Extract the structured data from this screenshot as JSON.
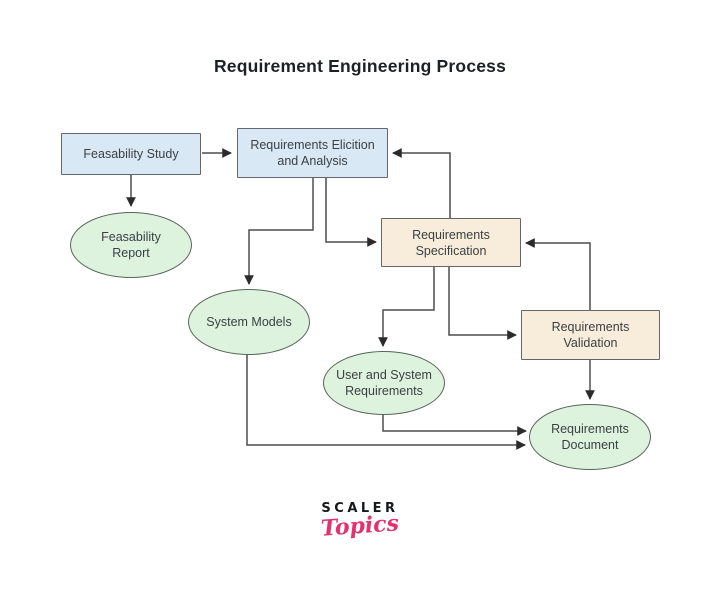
{
  "title": "Requirement Engineering Process",
  "nodes": {
    "feasability_study": {
      "shape": "process-box",
      "lines": [
        "Feasability Study"
      ]
    },
    "requirements_elicitation": {
      "shape": "process-box",
      "lines": [
        "Requirements Elicition",
        "and Analysis"
      ]
    },
    "feasability_report": {
      "shape": "artifact-ellipse",
      "lines": [
        "Feasability",
        "Report"
      ]
    },
    "requirements_specification": {
      "shape": "stage-box",
      "lines": [
        "Requirements",
        "Specification"
      ]
    },
    "system_models": {
      "shape": "artifact-ellipse",
      "lines": [
        "System Models"
      ]
    },
    "user_system_requirements": {
      "shape": "artifact-ellipse",
      "lines": [
        "User and System",
        "Requirements"
      ]
    },
    "requirements_validation": {
      "shape": "stage-box",
      "lines": [
        "Requirements",
        "Validation"
      ]
    },
    "requirements_document": {
      "shape": "artifact-ellipse",
      "lines": [
        "Requirements",
        "Document"
      ]
    }
  },
  "edges": [
    {
      "from": "feasability_study",
      "to": "requirements_elicitation"
    },
    {
      "from": "feasability_study",
      "to": "feasability_report"
    },
    {
      "from": "requirements_elicitation",
      "to": "system_models"
    },
    {
      "from": "requirements_elicitation",
      "to": "requirements_specification"
    },
    {
      "from": "requirements_specification",
      "to": "requirements_elicitation"
    },
    {
      "from": "requirements_specification",
      "to": "user_system_requirements"
    },
    {
      "from": "requirements_specification",
      "to": "requirements_validation"
    },
    {
      "from": "requirements_validation",
      "to": "requirements_specification"
    },
    {
      "from": "requirements_validation",
      "to": "requirements_document"
    },
    {
      "from": "system_models",
      "to": "requirements_document"
    },
    {
      "from": "user_system_requirements",
      "to": "requirements_document"
    }
  ],
  "logo": {
    "primary": "SCALER",
    "secondary": "Topics"
  },
  "colors": {
    "process_fill": "#d9e8f5",
    "stage_fill": "#f8edda",
    "artifact_fill": "#ddf3de",
    "connector": "#4d4d4d",
    "logo_pink": "#e5326f"
  }
}
